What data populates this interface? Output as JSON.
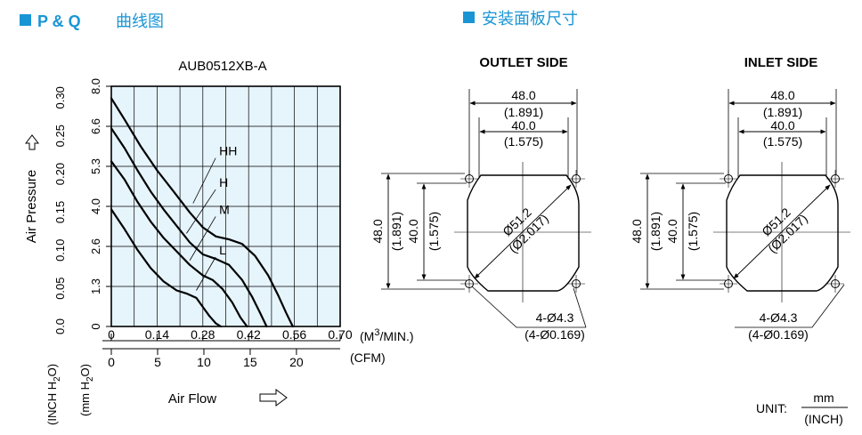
{
  "sections": {
    "pq_title_main": "P & Q",
    "pq_title_suffix": "曲线图",
    "panel_title": "安装面板尺寸"
  },
  "chart_data": {
    "type": "line",
    "title": "AUB0512XB-A",
    "xlabel": "Air Flow",
    "ylabel": "Air Pressure",
    "x_unit_primary": "(M3/MIN.)",
    "x_unit_secondary": "(CFM)",
    "y_unit_inch": "(INCH H2O)",
    "y_unit_mm": "(mm H2O)",
    "xlim": [
      0,
      0.7
    ],
    "ylim": [
      0,
      8.0
    ],
    "x_ticks": [
      "0",
      "0.14",
      "0.28",
      "0.42",
      "0.56",
      "0.70"
    ],
    "x_ticks_cfm": [
      "0",
      "5",
      "10",
      "15",
      "20"
    ],
    "y_ticks_mm": [
      "0",
      "1.3",
      "2.6",
      "4.0",
      "5.3",
      "6.6",
      "8.0"
    ],
    "y_ticks_inch": [
      "0.0",
      "0.05",
      "0.10",
      "0.15",
      "0.20",
      "0.25",
      "0.30"
    ],
    "series": [
      {
        "name": "HH",
        "x": [
          0,
          0.04,
          0.09,
          0.14,
          0.19,
          0.24,
          0.28,
          0.32,
          0.36,
          0.4,
          0.44,
          0.48,
          0.51,
          0.535,
          0.555
        ],
        "y": [
          7.6,
          6.9,
          6.0,
          5.2,
          4.5,
          3.8,
          3.3,
          3.0,
          2.9,
          2.75,
          2.35,
          1.7,
          1.05,
          0.45,
          0.0
        ]
      },
      {
        "name": "H",
        "x": [
          0,
          0.04,
          0.08,
          0.12,
          0.16,
          0.2,
          0.24,
          0.28,
          0.32,
          0.36,
          0.4,
          0.43,
          0.455,
          0.475
        ],
        "y": [
          6.6,
          5.95,
          5.2,
          4.5,
          3.9,
          3.35,
          2.8,
          2.4,
          2.25,
          2.05,
          1.55,
          1.0,
          0.45,
          0.0
        ]
      },
      {
        "name": "M",
        "x": [
          0,
          0.04,
          0.08,
          0.12,
          0.16,
          0.2,
          0.24,
          0.28,
          0.31,
          0.34,
          0.37,
          0.395,
          0.415
        ],
        "y": [
          5.5,
          4.9,
          4.15,
          3.5,
          2.95,
          2.5,
          2.05,
          1.7,
          1.55,
          1.25,
          0.8,
          0.3,
          0.0
        ]
      },
      {
        "name": "L",
        "x": [
          0,
          0.04,
          0.08,
          0.12,
          0.16,
          0.2,
          0.23,
          0.26,
          0.28,
          0.3,
          0.32,
          0.335
        ],
        "y": [
          3.9,
          3.25,
          2.55,
          1.95,
          1.5,
          1.2,
          1.1,
          0.95,
          0.65,
          0.35,
          0.1,
          0.0
        ]
      }
    ]
  },
  "outlet": {
    "title": "OUTLET SIDE",
    "dim_outer_mm": "48.0",
    "dim_outer_inch": "(1.891)",
    "dim_inner_mm": "40.0",
    "dim_inner_inch": "(1.575)",
    "dim_diam_mm": "Ø51.2",
    "dim_diam_inch": "(Ø2.017)",
    "hole_mm": "4-Ø4.3",
    "hole_inch": "(4-Ø0.169)"
  },
  "inlet": {
    "title": "INLET SIDE",
    "dim_outer_mm": "48.0",
    "dim_outer_inch": "(1.891)",
    "dim_inner_mm": "40.0",
    "dim_inner_inch": "(1.575)",
    "dim_diam_mm": "Ø51.2",
    "dim_diam_inch": "(Ø2.017)",
    "hole_mm": "4-Ø4.3",
    "hole_inch": "(4-Ø0.169)"
  },
  "unit": {
    "label": "UNIT:",
    "numerator": "mm",
    "denominator": "(INCH)"
  }
}
